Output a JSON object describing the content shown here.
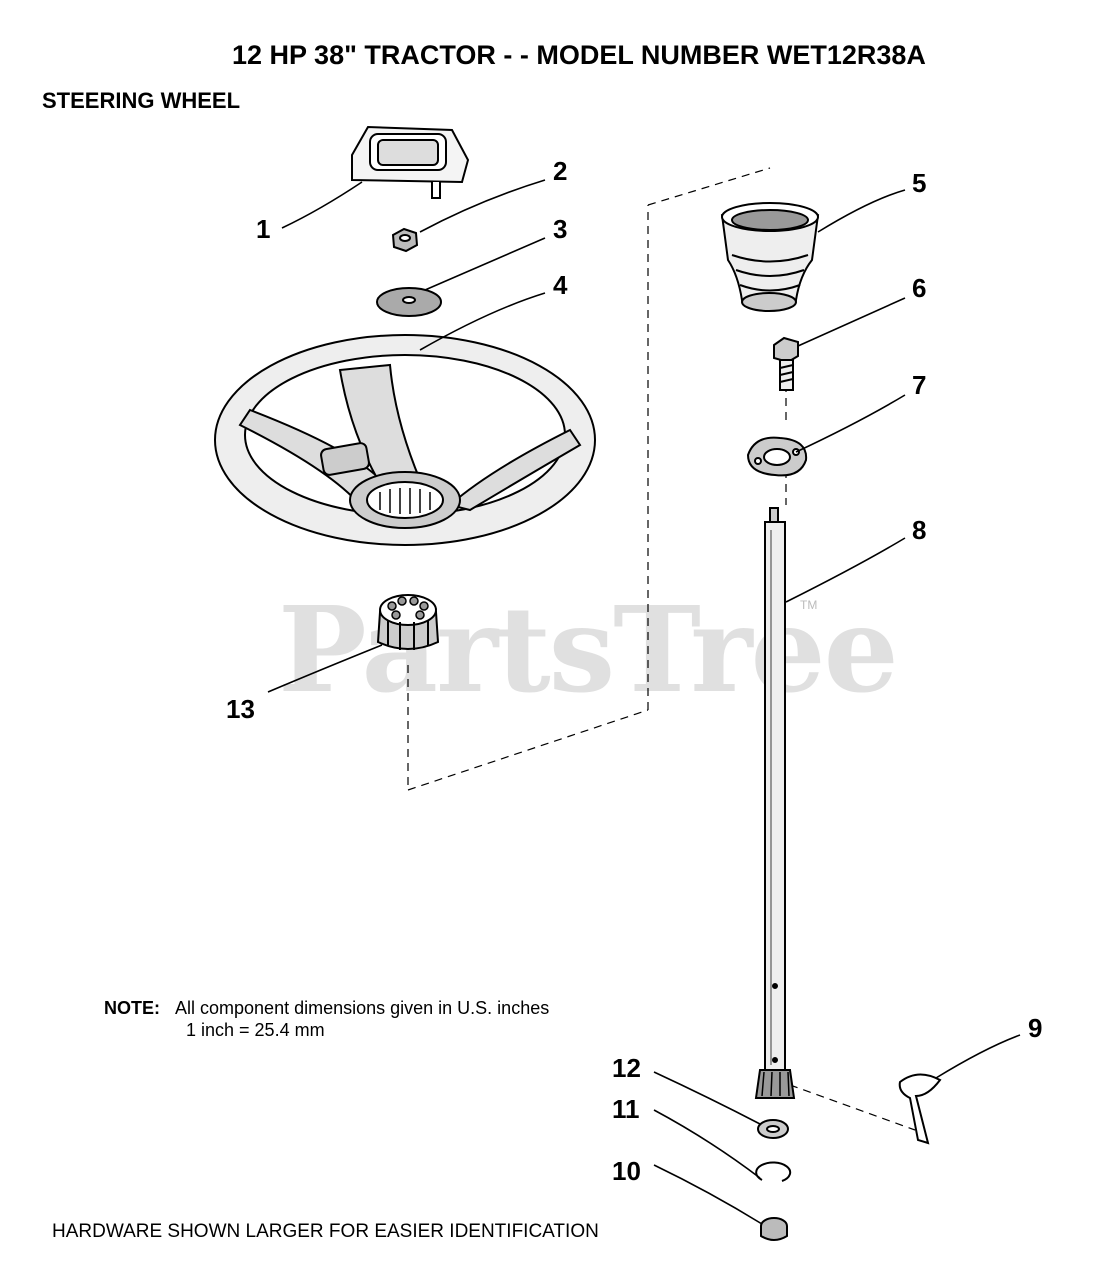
{
  "header": {
    "title": "12 HP 38\" TRACTOR - - MODEL NUMBER WET12R38A",
    "section": "STEERING WHEEL"
  },
  "watermark": {
    "text": "PartsTree",
    "tm": "TM"
  },
  "note": {
    "label": "NOTE:",
    "line1": "All component dimensions given in U.S. inches",
    "line2": "1 inch = 25.4 mm"
  },
  "footer": {
    "text": "HARDWARE SHOWN LARGER FOR EASIER IDENTIFICATION"
  },
  "callouts": [
    "1",
    "2",
    "3",
    "4",
    "5",
    "6",
    "7",
    "8",
    "9",
    "10",
    "11",
    "12",
    "13"
  ]
}
